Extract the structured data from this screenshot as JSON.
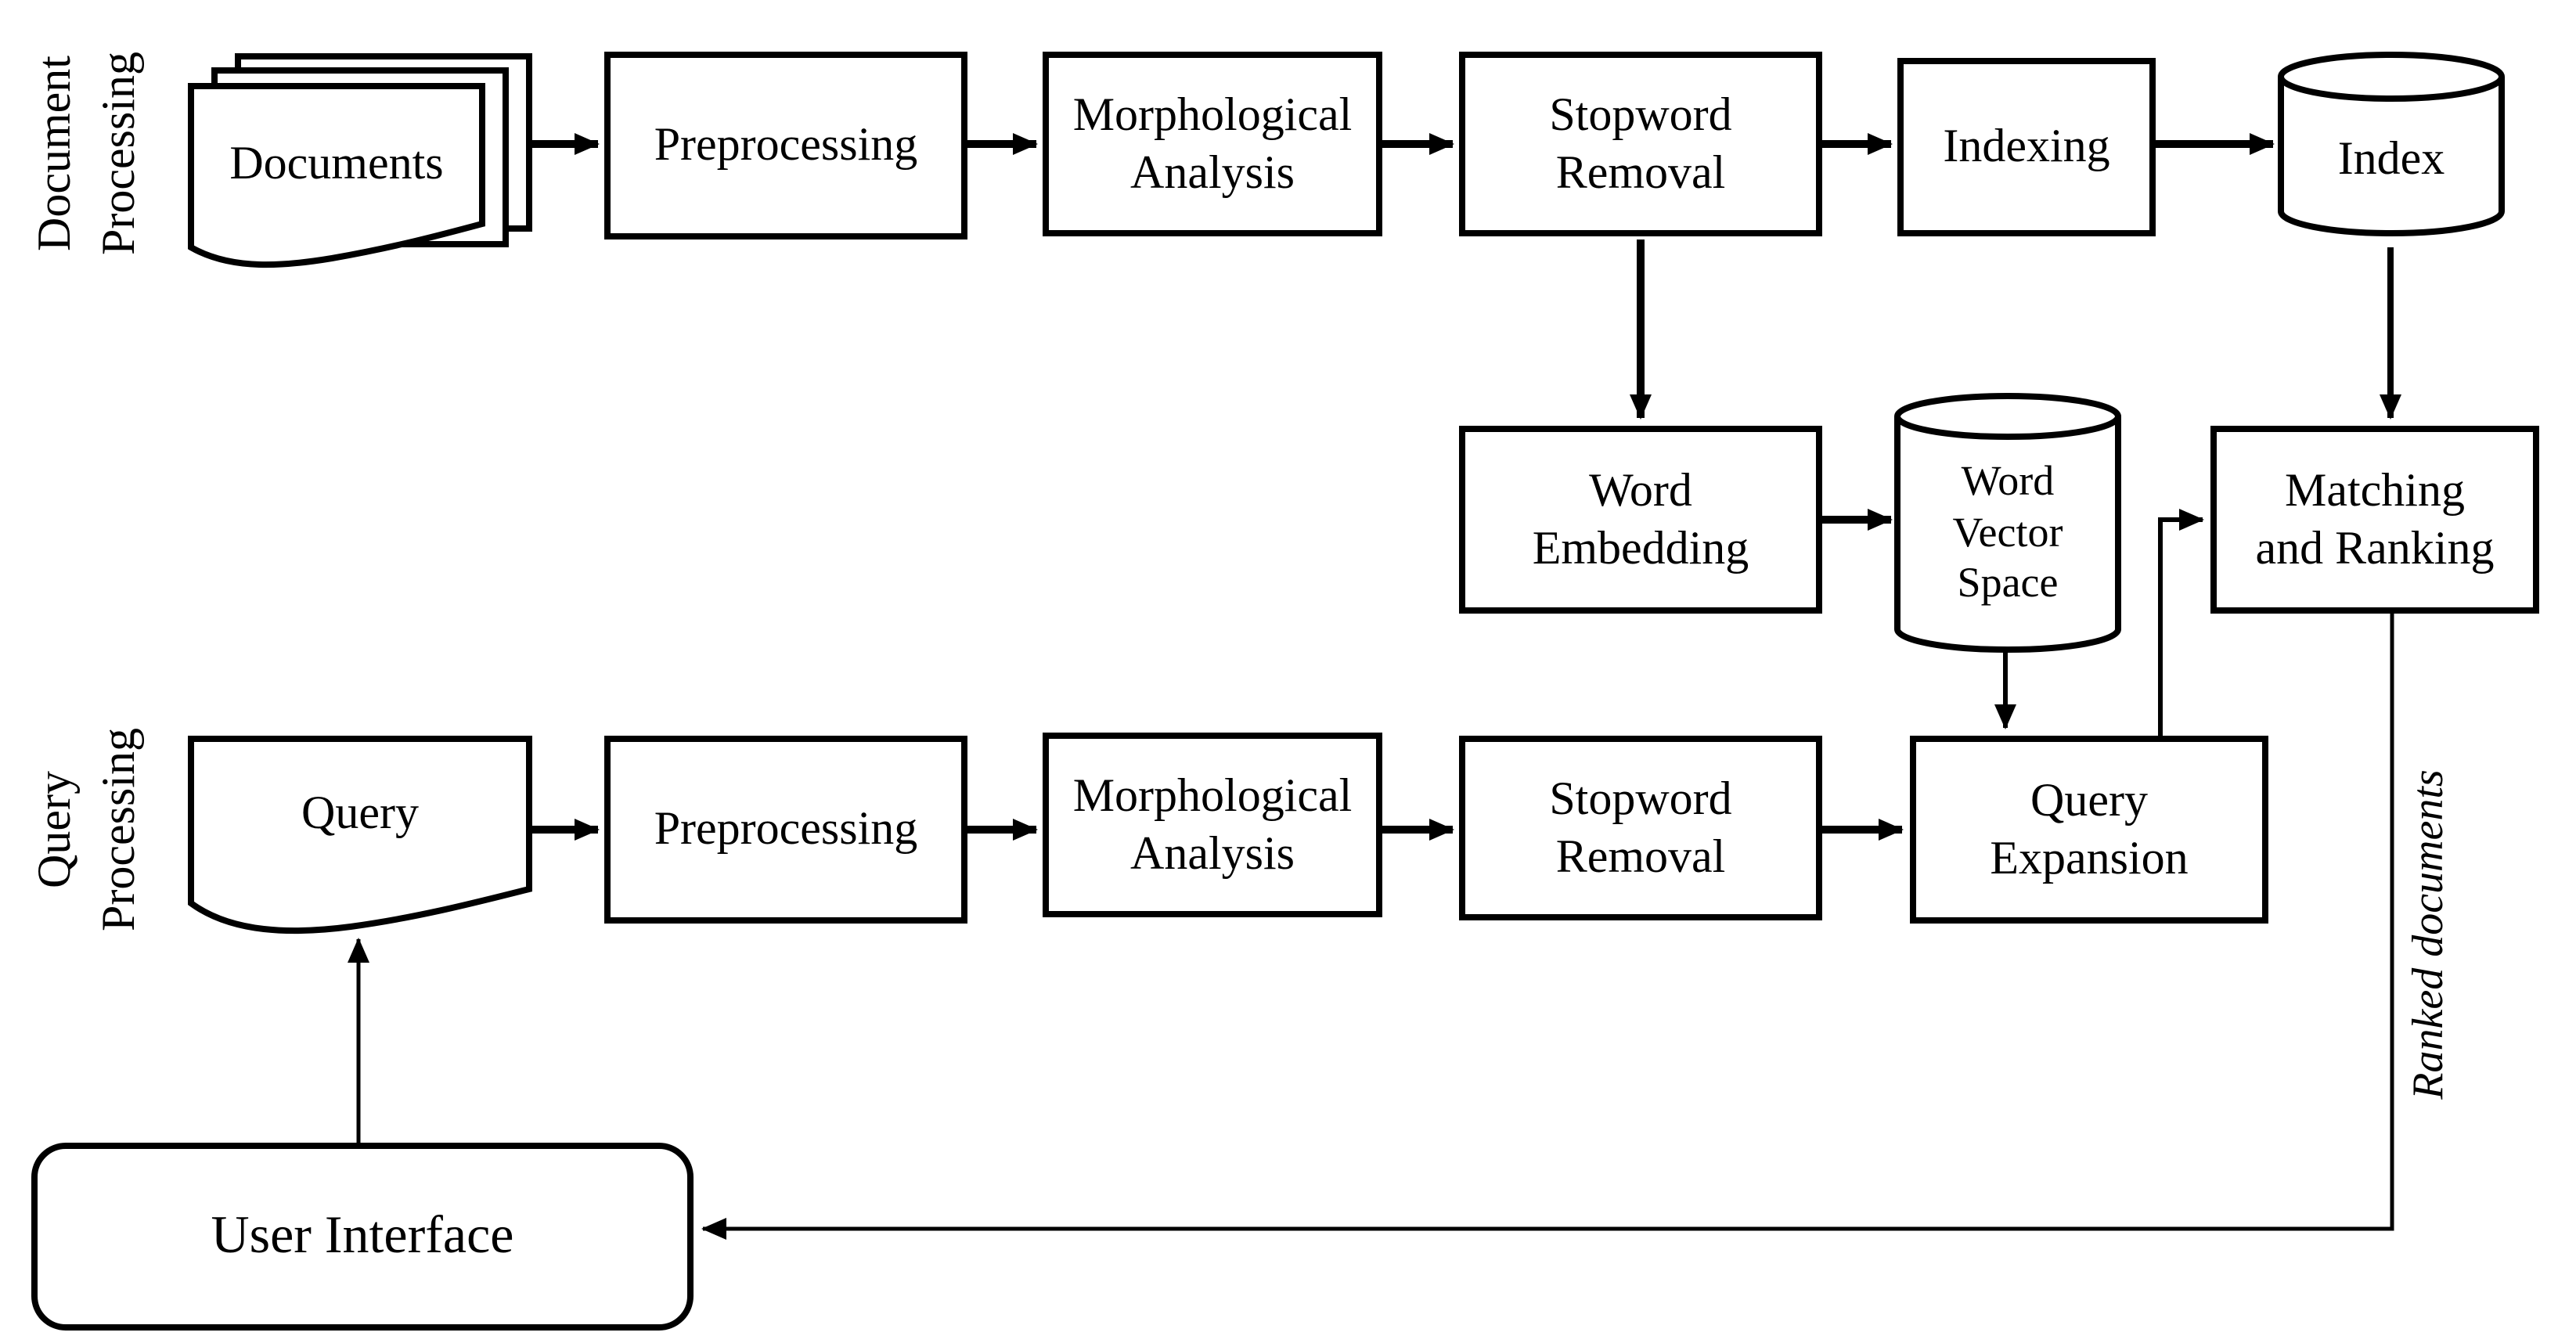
{
  "diagram": {
    "title_hint": "information retrieval system flowchart",
    "colors": {
      "stroke": "#000000",
      "background": "#ffffff"
    },
    "lanes": {
      "document_processing": "Document\nProcessing",
      "query_processing": "Query\nProcessing"
    },
    "nodes": {
      "documents": "Documents",
      "preprocessing_top": "Preprocessing",
      "morphological_top": "Morphological\nAnalysis",
      "stopword_top": "Stopword\nRemoval",
      "indexing": "Indexing",
      "index": "Index",
      "word_embedding": "Word\nEmbedding",
      "word_vector_space": "Word\nVector\nSpace",
      "matching_ranking": "Matching\nand Ranking",
      "query": "Query",
      "preprocessing_bottom": "Preprocessing",
      "morphological_bottom": "Morphological\nAnalysis",
      "stopword_bottom": "Stopword\nRemoval",
      "query_expansion": "Query\nExpansion",
      "user_interface": "User Interface"
    },
    "edge_labels": {
      "ranked_documents": "Ranked documents"
    }
  }
}
